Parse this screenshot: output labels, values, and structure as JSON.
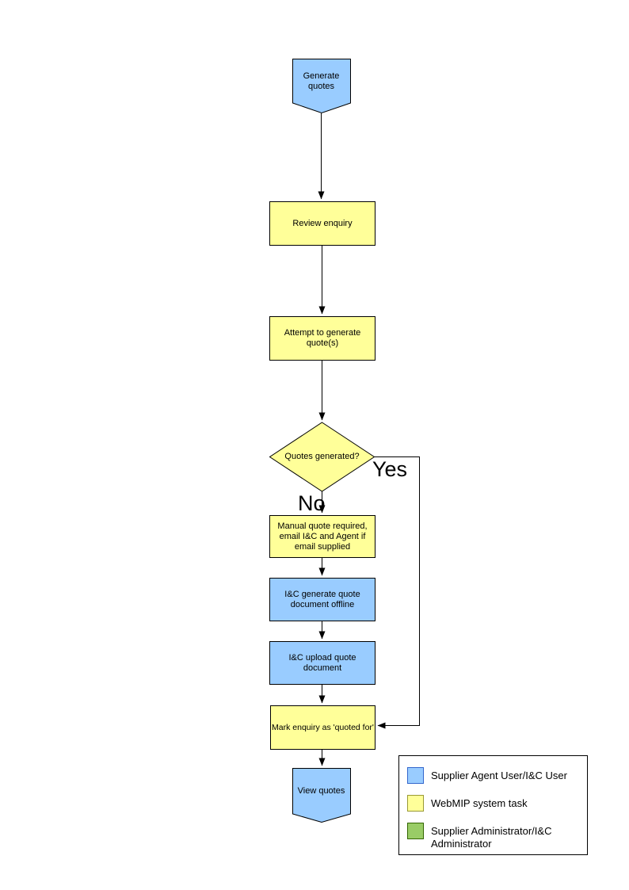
{
  "colors": {
    "task_user_blue": "#99ccff",
    "system_task_yellow": "#ffff99",
    "admin_green": "#99cc66",
    "line": "#000000"
  },
  "nodes": {
    "generate_quotes": {
      "label": "Generate quotes"
    },
    "review_enquiry": {
      "label": "Review enquiry"
    },
    "attempt_generate": {
      "label": "Attempt to generate quote(s)"
    },
    "quotes_generated": {
      "label": "Quotes generated?"
    },
    "manual_quote": {
      "label": "Manual quote required, email I&C and Agent if email supplied"
    },
    "ic_generate": {
      "label": "I&C generate quote document offline"
    },
    "ic_upload": {
      "label": "I&C upload quote document"
    },
    "mark_enquiry": {
      "label": "Mark enquiry as 'quoted for'"
    },
    "view_quotes": {
      "label": "View quotes"
    }
  },
  "branch_labels": {
    "yes": "Yes",
    "no": "No"
  },
  "legend": {
    "items": [
      {
        "label": "Supplier Agent User/I&C User",
        "color": "#99ccff",
        "border": "#3366cc"
      },
      {
        "label": "WebMIP system task",
        "color": "#ffff99",
        "border": "#999933"
      },
      {
        "label": "Supplier Administrator/I&C Administrator",
        "color": "#99cc66",
        "border": "#336600"
      }
    ]
  }
}
